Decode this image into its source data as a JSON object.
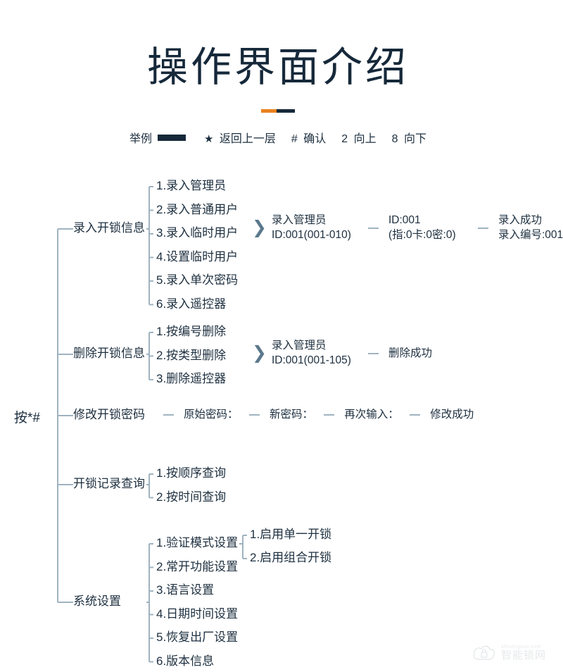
{
  "header": {
    "title": "操作界面介绍",
    "accent_colors": [
      "#e8821e",
      "#16293a"
    ],
    "legend": {
      "label": "举例",
      "swatch_color": "#16293a",
      "items": [
        {
          "key": "★",
          "text": "返回上一层"
        },
        {
          "key": "#",
          "text": "确认"
        },
        {
          "key": "2",
          "text": "向上"
        },
        {
          "key": "8",
          "text": "向下"
        }
      ]
    }
  },
  "root": {
    "label": "按*#"
  },
  "colors": {
    "text": "#1d2f3f",
    "line": "#9fb3c0",
    "chevron": "#5b788c",
    "title": "#16293a",
    "accent": "#e8821e"
  },
  "diagram": {
    "type": "tree",
    "branches": [
      {
        "label": "录入开锁信息",
        "children": [
          "1.录入管理员",
          "2.录入普通用户",
          "3.录入临时用户",
          "4.设置临时用户",
          "5.录入单次密码",
          "6.录入遥控器"
        ],
        "flow": [
          {
            "marker": "chevron",
            "lines": [
              "录入管理员",
              "ID:001(001-010)"
            ]
          },
          {
            "marker": "dash",
            "lines": [
              "ID:001",
              "(指:0卡:0密:0)"
            ]
          },
          {
            "marker": "dash",
            "lines": [
              "录入成功",
              "录入编号:001"
            ]
          }
        ]
      },
      {
        "label": "删除开锁信息",
        "children": [
          "1.按编号删除",
          "2.按类型删除",
          "3.删除遥控器"
        ],
        "flow": [
          {
            "marker": "chevron",
            "lines": [
              "录入管理员",
              "ID:001(001-105)"
            ]
          },
          {
            "marker": "dash",
            "lines": [
              "删除成功"
            ]
          }
        ]
      },
      {
        "label": "修改开锁密码",
        "children": [],
        "flow": [
          {
            "marker": "dash",
            "lines": [
              "原始密码："
            ]
          },
          {
            "marker": "dash",
            "lines": [
              "新密码："
            ]
          },
          {
            "marker": "dash",
            "lines": [
              "再次输入："
            ]
          },
          {
            "marker": "dash",
            "lines": [
              "修改成功"
            ]
          }
        ]
      },
      {
        "label": "开锁记录查询",
        "children": [
          "1.按顺序查询",
          "2.按时间查询"
        ],
        "flow": []
      },
      {
        "label": "系统设置",
        "children": [
          "1.验证模式设置",
          "2.常开功能设置",
          "3.语言设置",
          "4.日期时间设置",
          "5.恢复出厂设置",
          "6.版本信息"
        ],
        "flow": [],
        "subchildren": {
          "parent_index": 0,
          "items": [
            "1.启用单一开锁",
            "2.启用组合开锁"
          ]
        }
      }
    ]
  },
  "watermark": {
    "top_text": "zhinengsuo.com",
    "main_text": "智能锁网",
    "icon": "cloud-lock-icon"
  }
}
